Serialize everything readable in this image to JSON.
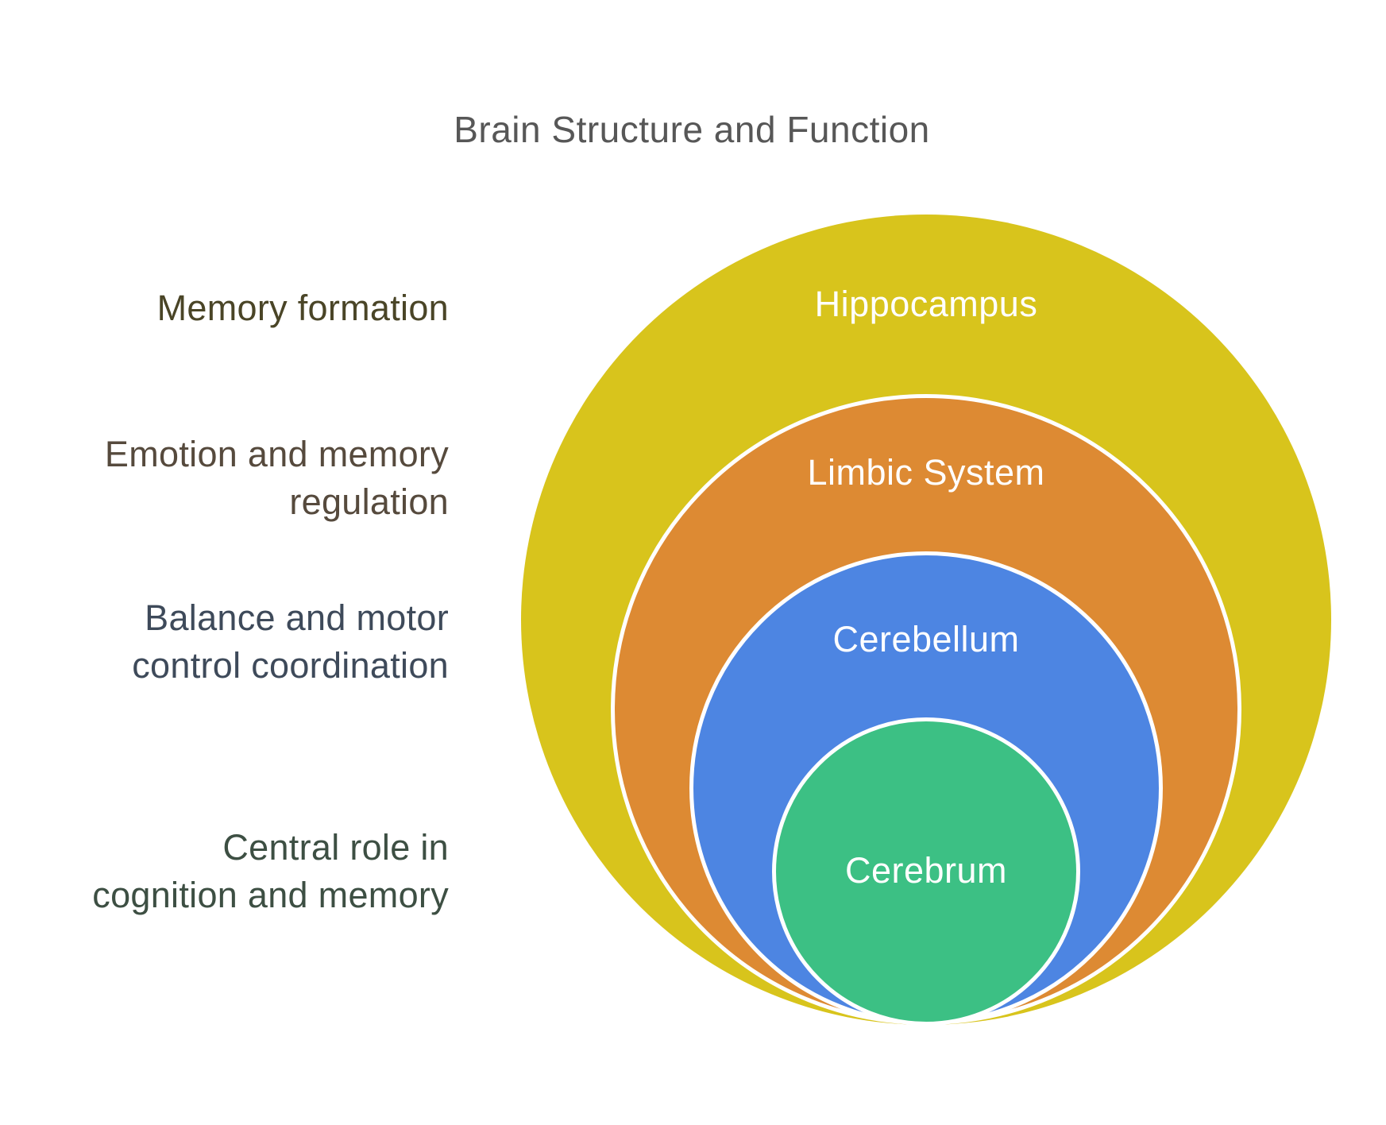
{
  "title": {
    "text": "Brain Structure and Function",
    "color": "#575757"
  },
  "diagram_type": "nested-circles",
  "background_color": "#ffffff",
  "ring_border_color": "#ffffff",
  "label_text_color": "#ffffff",
  "rings": [
    {
      "label": "Hippocampus",
      "function": "Memory formation",
      "fill": "#d8c41c",
      "function_color": "#4a4527"
    },
    {
      "label": "Limbic System",
      "function": "Emotion and memory\nregulation",
      "fill": "#dd8a33",
      "function_color": "#564a3d"
    },
    {
      "label": "Cerebellum",
      "function": "Balance and motor\ncontrol coordination",
      "fill": "#4d85e2",
      "function_color": "#3e4a5a"
    },
    {
      "label": "Cerebrum",
      "function": "Central role in\ncognition and memory",
      "fill": "#3cc084",
      "function_color": "#3d4f43"
    }
  ]
}
